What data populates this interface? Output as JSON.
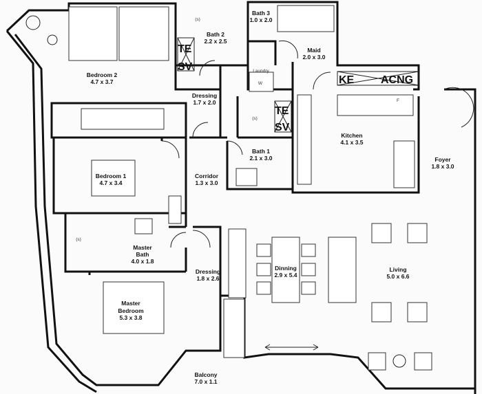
{
  "rooms": {
    "bedroom2": {
      "name": "Bedroom 2",
      "size": "4.7 x 3.7"
    },
    "bath2": {
      "name": "Bath 2",
      "size": "2.2 x 2.5"
    },
    "bath3": {
      "name": "Bath 3",
      "size": "1.0 x 2.0"
    },
    "maid": {
      "name": "Maid",
      "size": "2.0 x 3.0"
    },
    "laundry": {
      "name": "Laundry",
      "appliance": "W"
    },
    "dressing1": {
      "name": "Dressing",
      "size": "1.7 x 2.0"
    },
    "kitchen": {
      "name": "Kitchen",
      "size": "4.1 x 3.5",
      "fridge": "F"
    },
    "foyer": {
      "name": "Foyer",
      "size": "1.8 x 3.0"
    },
    "bath1": {
      "name": "Bath 1",
      "size": "2.1 x 3.0"
    },
    "bedroom1": {
      "name": "Bedroom 1",
      "size": "4.7 x 3.4"
    },
    "corridor": {
      "name": "Corridor",
      "size": "1.3 x 3.0"
    },
    "masterbath": {
      "name1": "Master",
      "name2": "Bath",
      "size": "4.0 x 1.8"
    },
    "dressing2": {
      "name": "Dressing",
      "size": "1.8 x 2.6"
    },
    "dinning": {
      "name": "Dinning",
      "size": "2.9 x 5.4"
    },
    "living": {
      "name": "Living",
      "size": "5.0 x 6.6"
    },
    "masterbedroom": {
      "name1": "Master",
      "name2": "Bedroom",
      "size": "5.3 x 3.8"
    },
    "balcony": {
      "name": "Balcony",
      "size": "7.0 x 1.1"
    }
  },
  "stamps": {
    "te": "TE",
    "sv": "SV",
    "ke": "KE",
    "acng": "ACNG"
  },
  "markers": {
    "shower": "(s)"
  }
}
